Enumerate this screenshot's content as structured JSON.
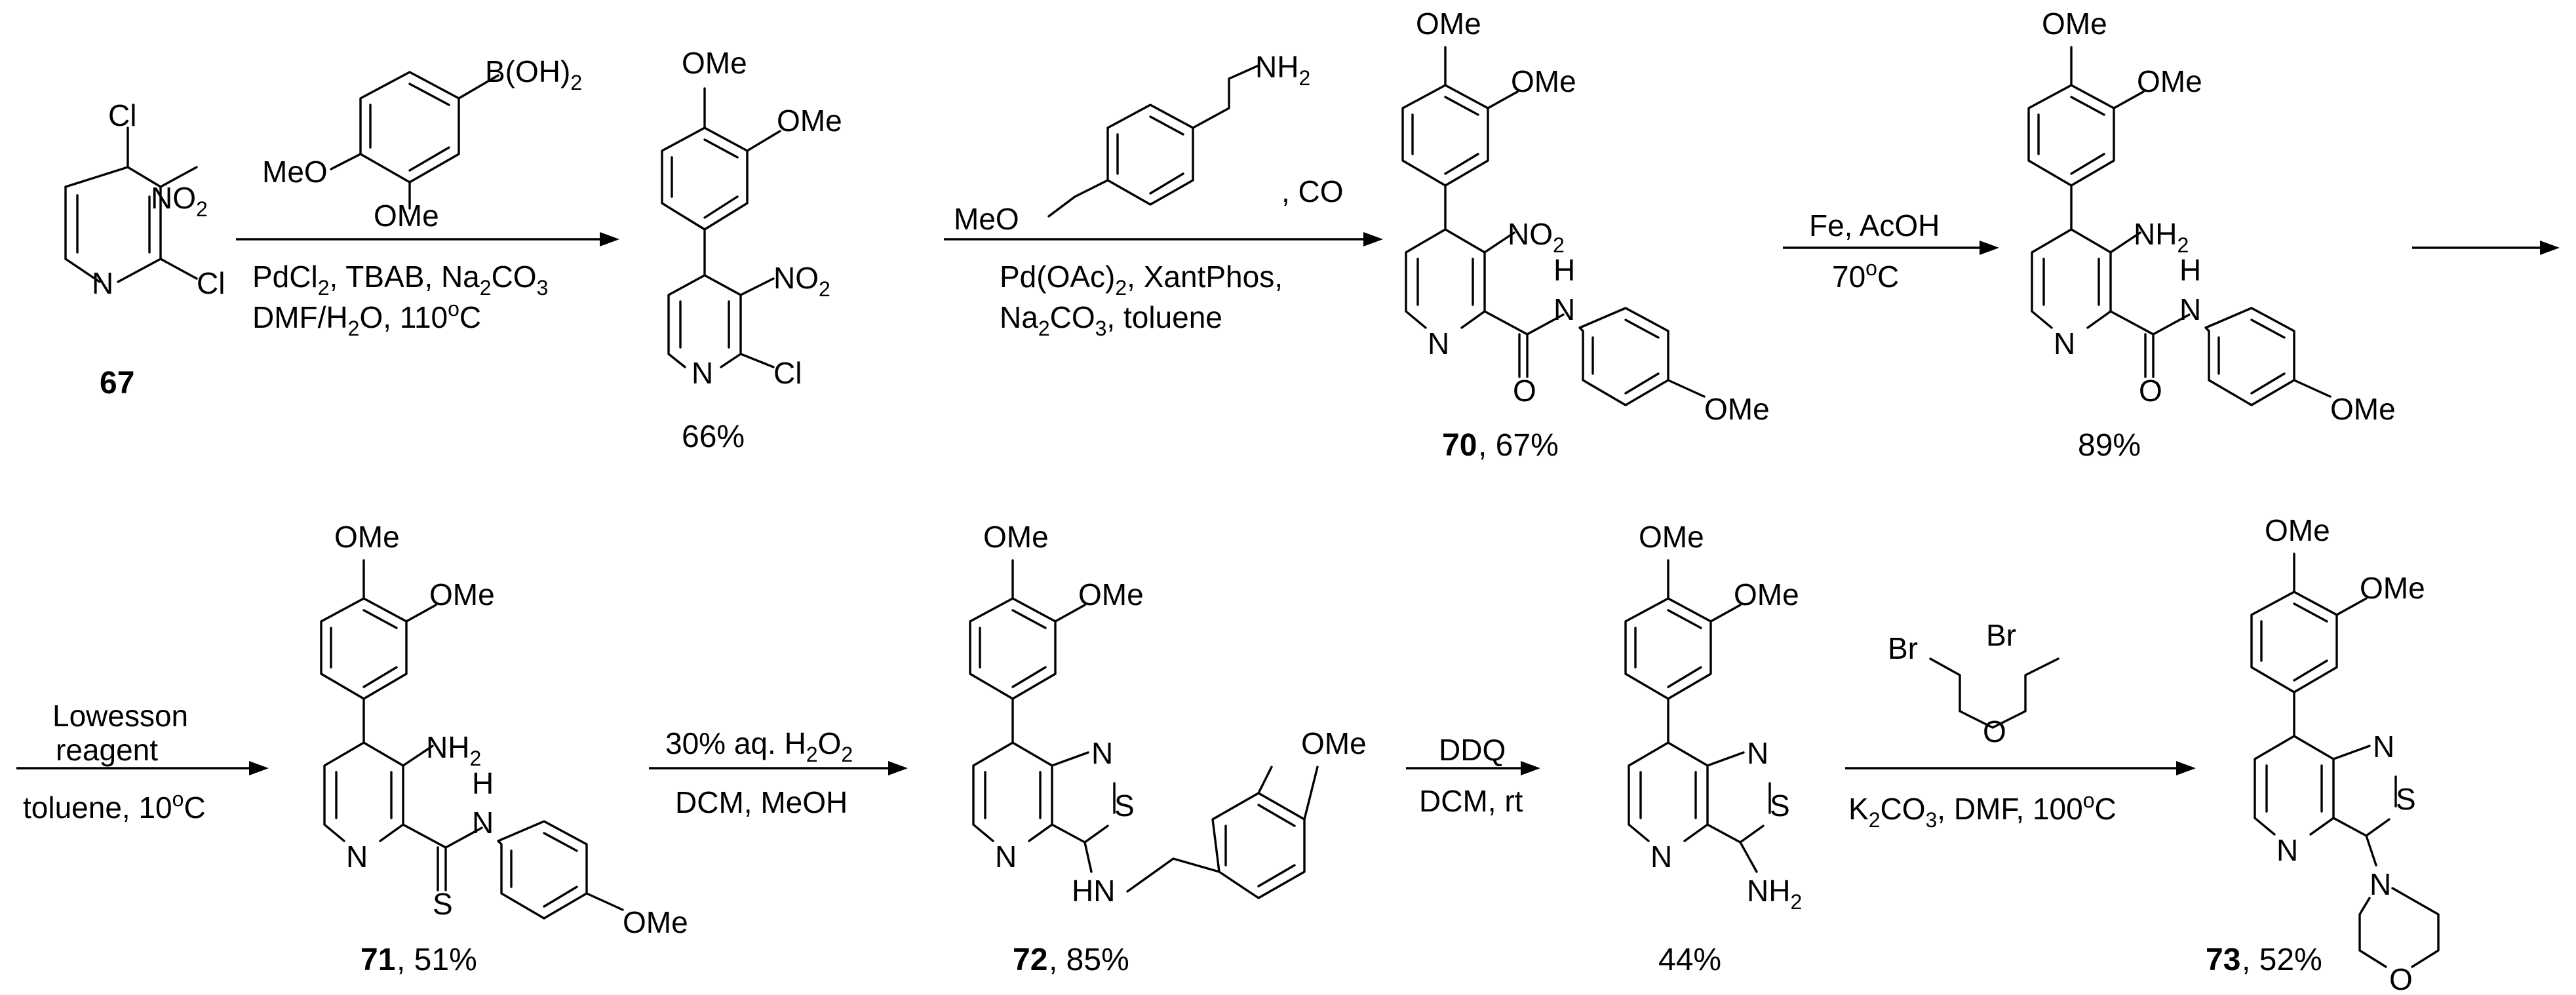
{
  "compounds": {
    "c67": {
      "number": "67"
    },
    "c68": {
      "yield": "66%"
    },
    "c70": {
      "number": "70",
      "yield": ", 67%"
    },
    "c69": {
      "yield": "89%"
    },
    "c71": {
      "number": "71",
      "yield": ", 51%"
    },
    "c72": {
      "number": "72",
      "yield": ", 85%"
    },
    "c74": {
      "yield": "44%"
    },
    "c73": {
      "number": "73",
      "yield": ", 52%"
    }
  },
  "atoms": {
    "Cl": "Cl",
    "N": "N",
    "NO2": "NO",
    "sub2": "2",
    "OMe": "OMe",
    "MeO": "MeO",
    "NH": "NH",
    "H": "H",
    "O": "O",
    "S": "S",
    "HN": "HN",
    "Br": "Br",
    "B_OH": "B(OH)",
    "CO": ", CO"
  },
  "steps": {
    "s1": {
      "line1": "PdCl",
      "line1b": ", TBAB, Na",
      "line1c": "CO",
      "line2": "DMF/H",
      "line2b": "O, 110",
      "line2c": "C",
      "deg": "o"
    },
    "s2": {
      "line1": "Pd(OAc)",
      "line1b": ", XantPhos,",
      "line2": "Na",
      "line2b": "CO",
      "line2c": ", toluene"
    },
    "s3": {
      "line1": "Fe, AcOH",
      "line2": "70",
      "line2b": "C",
      "deg": "o"
    },
    "s4": {
      "line1": "Lowesson",
      "line2": "reagent",
      "line3": "toluene, 10",
      "line3b": "C",
      "deg": "o"
    },
    "s5": {
      "line1": "30% aq. H",
      "line1b": "O",
      "line2": "DCM, MeOH"
    },
    "s6": {
      "line1": "DDQ",
      "line2": "DCM, rt"
    },
    "s7": {
      "line1": "K",
      "line1b": "CO",
      "line1c": ", DMF, 100",
      "line1d": "C",
      "deg": "o",
      "sub3": "3"
    }
  }
}
